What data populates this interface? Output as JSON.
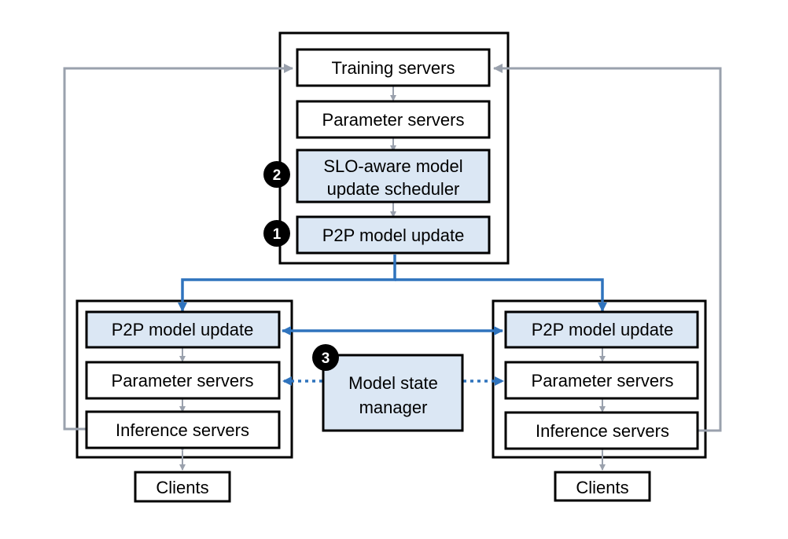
{
  "colors": {
    "highlight_fill": "#dbe7f4",
    "blue_arrow": "#2f73bd",
    "gray_arrow": "#9aa1ad",
    "border": "#000000"
  },
  "central": {
    "training_servers": "Training servers",
    "parameter_servers": "Parameter servers",
    "scheduler_line1": "SLO-aware model",
    "scheduler_line2": "update scheduler",
    "p2p_update": "P2P model update"
  },
  "left_cluster": {
    "p2p_update": "P2P model update",
    "parameter_servers": "Parameter servers",
    "inference_servers": "Inference servers",
    "clients": "Clients"
  },
  "right_cluster": {
    "p2p_update": "P2P model update",
    "parameter_servers": "Parameter servers",
    "inference_servers": "Inference servers",
    "clients": "Clients"
  },
  "state_manager": {
    "line1": "Model state",
    "line2": "manager"
  },
  "badges": {
    "one": "1",
    "two": "2",
    "three": "3"
  }
}
